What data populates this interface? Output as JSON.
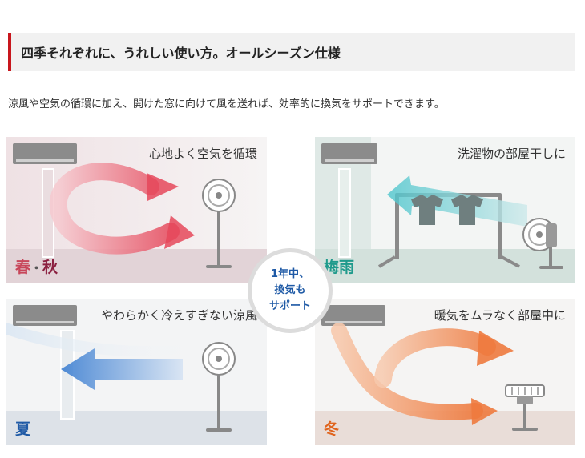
{
  "heading": "四季それぞれに、うれしい使い方。オールシーズン仕様",
  "lead": "涼風や空気の循環に加え、開けた窓に向けて風を送れば、効率的に換気をサポートできます。",
  "panels": {
    "spring": {
      "caption": "心地よく空気を循環",
      "season_a": "春",
      "dot": "・",
      "season_b": "秋"
    },
    "rainy": {
      "caption": "洗濯物の部屋干しに",
      "season": "梅雨"
    },
    "summer": {
      "caption": "やわらかく冷えすぎない涼風",
      "season": "夏"
    },
    "winter": {
      "caption": "暖気をムラなく部屋中に",
      "season": "冬"
    }
  },
  "badge": {
    "line1": "1年中、",
    "line2": "換気も",
    "line3": "サポート"
  },
  "colors": {
    "accent_bar": "#c8161d",
    "spring": "#c8465a",
    "rainy": "#1f9a8c",
    "summer": "#1f5aa6",
    "winter": "#e0641e"
  }
}
